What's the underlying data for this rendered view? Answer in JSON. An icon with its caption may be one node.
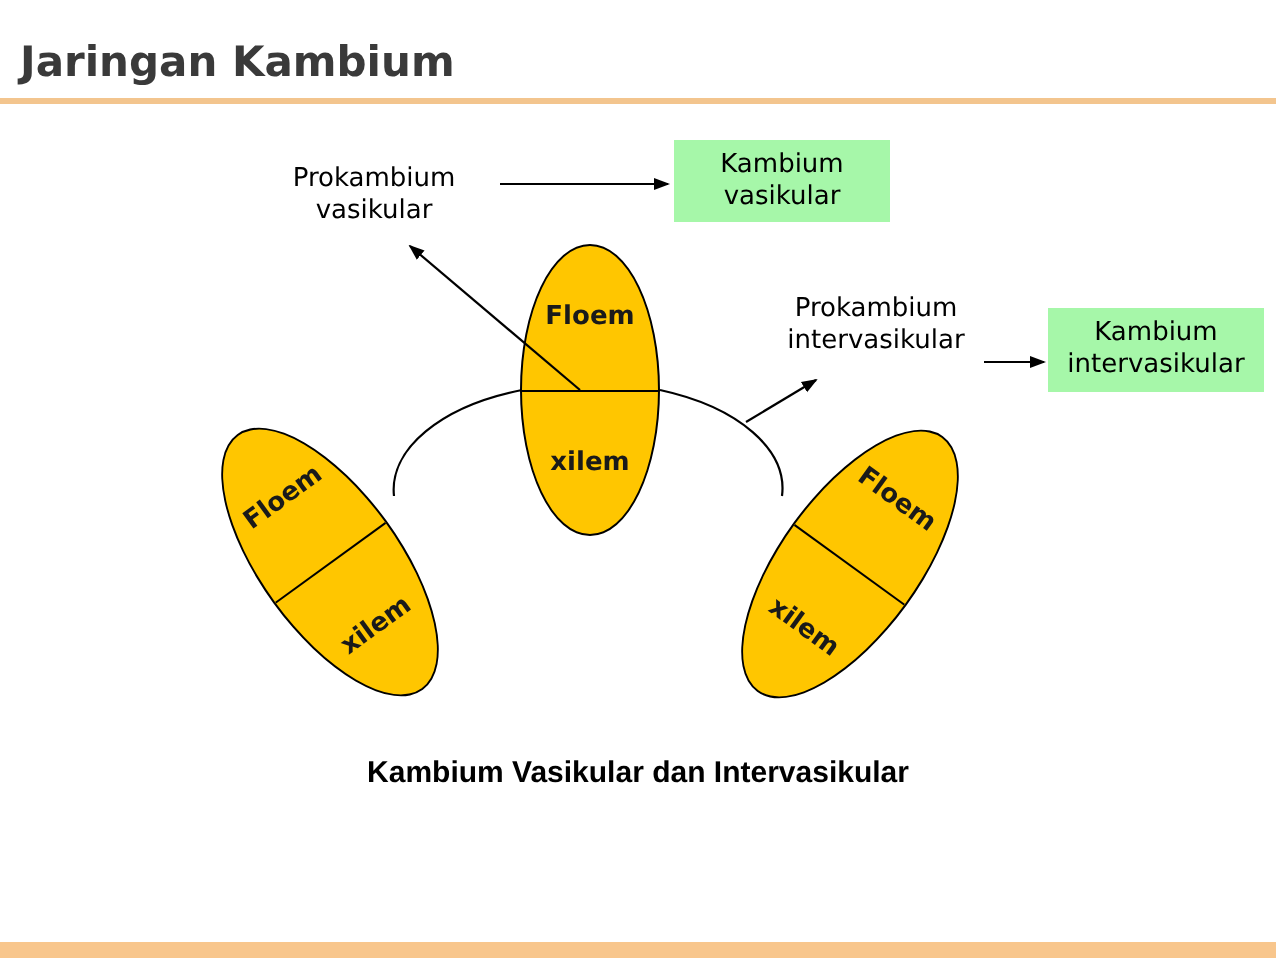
{
  "diagram": {
    "title": "Jaringan Kambium",
    "caption": "Kambium Vasikular dan Intervasikular",
    "nodes": [
      {
        "text": [
          "Prokambium vasikular"
        ]
      },
      {
        "text": [
          "Kambium vasikular"
        ]
      },
      {
        "text": [
          "Prokambium intervasikular"
        ]
      },
      {
        "text": [
          "Kambium intervasikular"
        ]
      },
      {
        "text": [
          "Floem",
          "xilem"
        ]
      },
      {
        "text": [
          "Floem",
          "xilem"
        ]
      },
      {
        "text": [
          "Floem",
          "xilem"
        ]
      }
    ],
    "edges": [
      {
        "from": 0,
        "to": 1,
        "arrow": "to"
      },
      {
        "from": 2,
        "to": 3,
        "arrow": "to"
      },
      {
        "from": 5,
        "to": 4,
        "arrow": "none"
      },
      {
        "from": 4,
        "to": 6,
        "arrow": "none"
      },
      {
        "from": 4,
        "to": 0,
        "arrow": "to"
      },
      {
        "from": 6,
        "to": 2,
        "arrow": "to"
      }
    ]
  }
}
